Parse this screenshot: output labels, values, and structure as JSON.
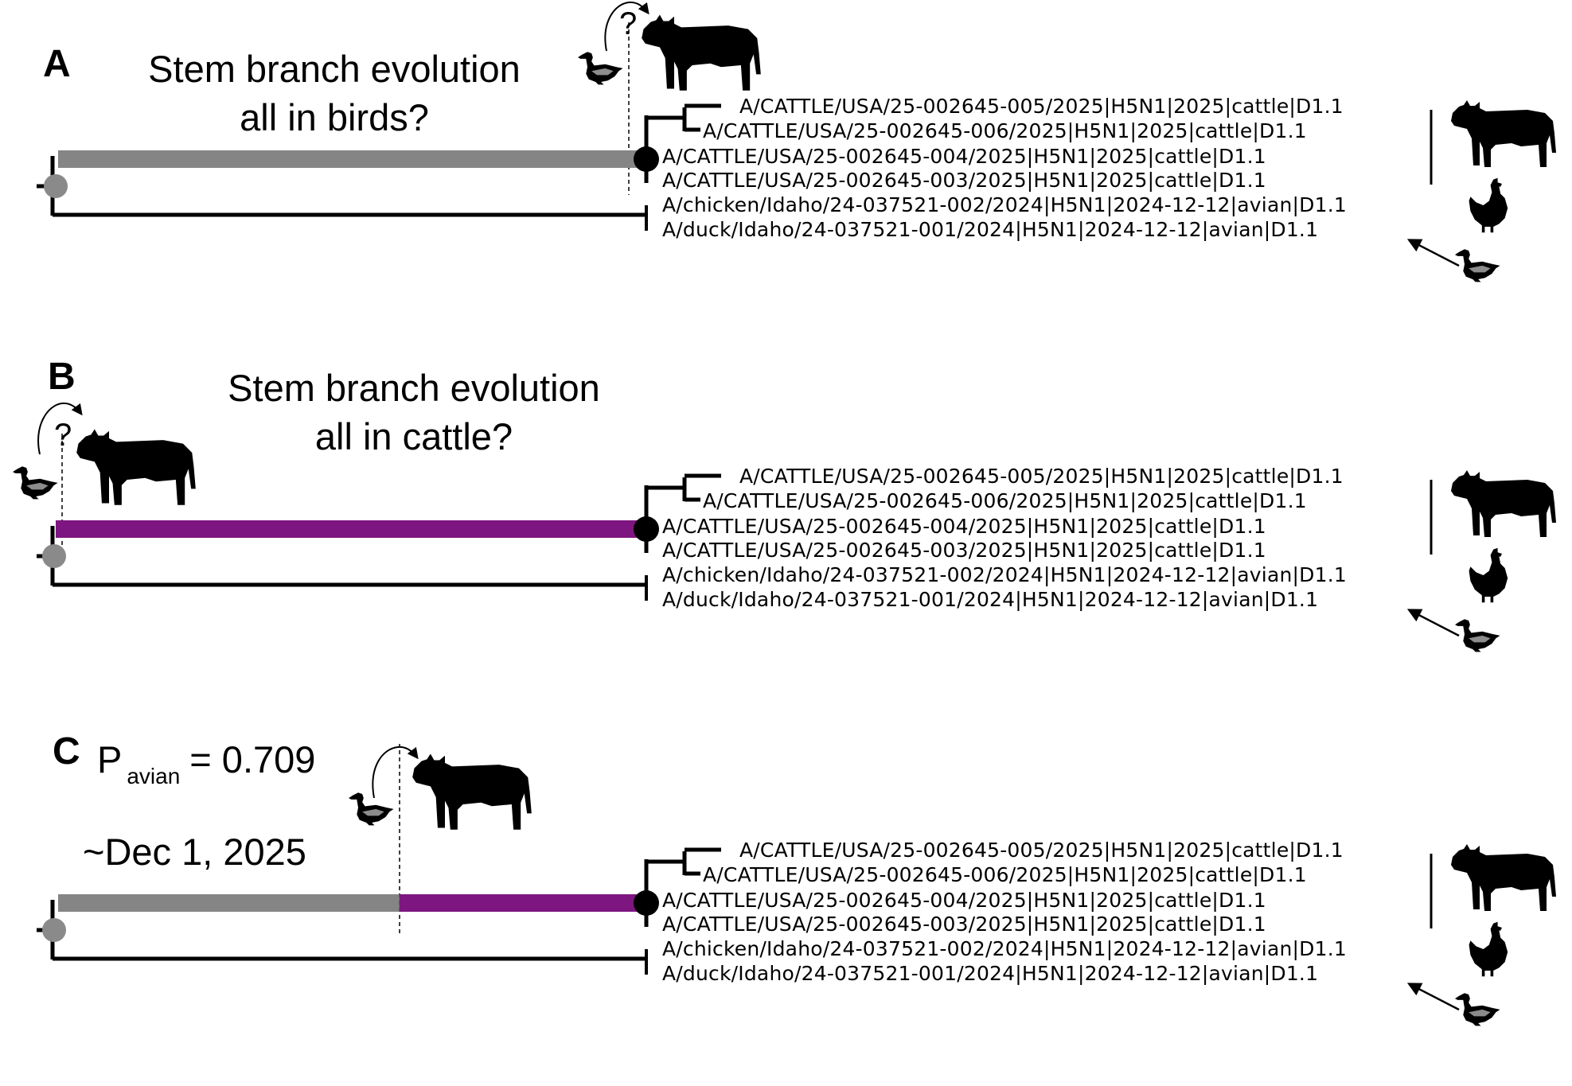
{
  "panels": [
    {
      "label": "A",
      "caption_lines": [
        "Stem branch evolution",
        "all in birds?"
      ],
      "jump_marker": "?",
      "stem_color": "#858585",
      "tips": [
        "A/CATTLE/USA/25-002645-005/2025|H5N1|2025|cattle|D1.1",
        "A/CATTLE/USA/25-002645-006/2025|H5N1|2025|cattle|D1.1",
        "A/CATTLE/USA/25-002645-004/2025|H5N1|2025|cattle|D1.1",
        "A/CATTLE/USA/25-002645-003/2025|H5N1|2025|cattle|D1.1",
        "A/chicken/Idaho/24-037521-002/2024|H5N1|2024-12-12|avian|D1.1",
        "A/duck/Idaho/24-037521-001/2024|H5N1|2024-12-12|avian|D1.1"
      ]
    },
    {
      "label": "B",
      "caption_lines": [
        "Stem branch evolution",
        "all in cattle?"
      ],
      "jump_marker": "?",
      "stem_color": "#7d1680",
      "tips": [
        "A/CATTLE/USA/25-002645-005/2025|H5N1|2025|cattle|D1.1",
        "A/CATTLE/USA/25-002645-006/2025|H5N1|2025|cattle|D1.1",
        "A/CATTLE/USA/25-002645-004/2025|H5N1|2025|cattle|D1.1",
        "A/CATTLE/USA/25-002645-003/2025|H5N1|2025|cattle|D1.1",
        "A/chicken/Idaho/24-037521-002/2024|H5N1|2024-12-12|avian|D1.1",
        "A/duck/Idaho/24-037521-001/2024|H5N1|2024-12-12|avian|D1.1"
      ]
    },
    {
      "label": "C",
      "prob_symbol": "P",
      "prob_subscript": "avian",
      "prob_value": "= 0.709",
      "date_estimate": "~Dec 1, 2025",
      "stem_colors": [
        "#858585",
        "#7d1680"
      ],
      "switch_fraction": 0.58,
      "tips": [
        "A/CATTLE/USA/25-002645-005/2025|H5N1|2025|cattle|D1.1",
        "A/CATTLE/USA/25-002645-006/2025|H5N1|2025|cattle|D1.1",
        "A/CATTLE/USA/25-002645-004/2025|H5N1|2025|cattle|D1.1",
        "A/CATTLE/USA/25-002645-003/2025|H5N1|2025|cattle|D1.1",
        "A/chicken/Idaho/24-037521-002/2024|H5N1|2024-12-12|avian|D1.1",
        "A/duck/Idaho/24-037521-001/2024|H5N1|2024-12-12|avian|D1.1"
      ]
    }
  ],
  "icons": [
    "cow-icon",
    "chicken-icon",
    "duck-icon"
  ],
  "colors": {
    "avian": "#858585",
    "cattle": "#7d1680",
    "node": "#000000",
    "root": "#8a8a8a"
  }
}
